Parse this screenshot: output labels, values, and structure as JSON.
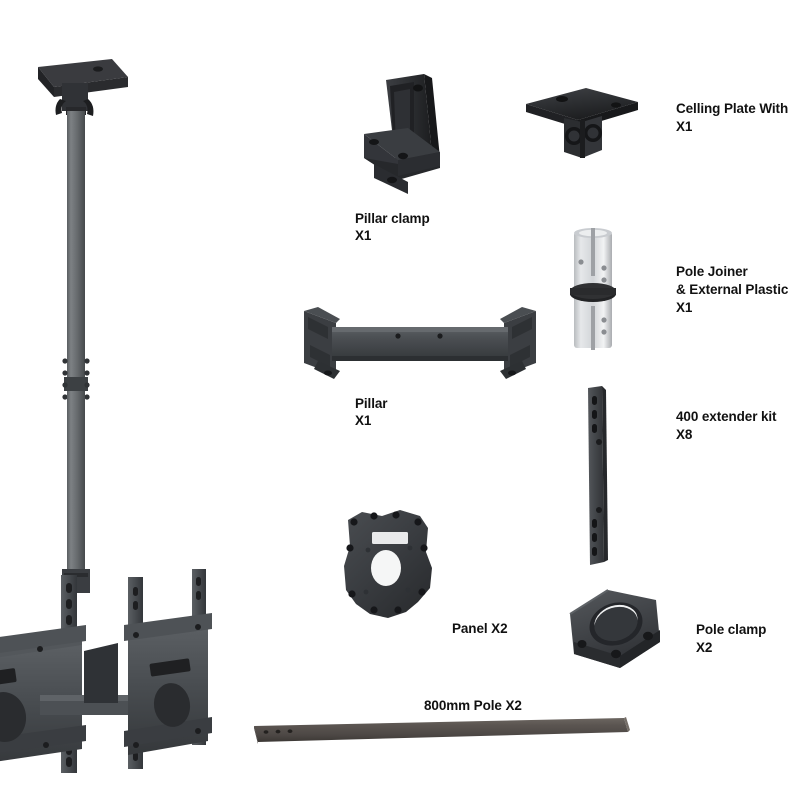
{
  "diagram": {
    "title": "TV Ceiling Mount Parts Exploded View",
    "background_color": "#ffffff",
    "colors": {
      "metal_dark": "#4a4d50",
      "metal_mid": "#63676a",
      "metal_light": "#808487",
      "plastic_black": "#2b2b2d",
      "plastic_black_light": "#3d3e41",
      "pole_silver": "#d8dadc",
      "pole_silver_shade": "#b4b7ba",
      "pole_brown": "#5a5450",
      "text": "#111111"
    }
  },
  "parts": [
    {
      "id": "main-assembly",
      "name": "ceiling-mount-assembly",
      "label": "",
      "qty": ""
    },
    {
      "id": "pillar-clamp",
      "name": "pillar-clamp",
      "label": "Pillar clamp",
      "qty": "X1"
    },
    {
      "id": "ceiling-plate",
      "name": "ceiling-plate",
      "label": "Celling Plate With",
      "qty": "X1"
    },
    {
      "id": "pole-joiner",
      "name": "pole-joiner",
      "label": "Pole Joiner",
      "label2": "& External Plastic",
      "qty": "X1"
    },
    {
      "id": "pillar",
      "name": "pillar-bar",
      "label": "Pillar",
      "qty": "X1"
    },
    {
      "id": "extender-kit",
      "name": "extender-kit-rail",
      "label": "400 extender kit",
      "qty": "X8"
    },
    {
      "id": "panel",
      "name": "vesa-panel-plate",
      "label": "Panel X2",
      "qty": ""
    },
    {
      "id": "pole-clamp",
      "name": "pole-clamp",
      "label": "Pole clamp",
      "qty": "X2"
    },
    {
      "id": "pole-800",
      "name": "pole-800mm",
      "label": "800mm Pole X2",
      "qty": ""
    }
  ]
}
